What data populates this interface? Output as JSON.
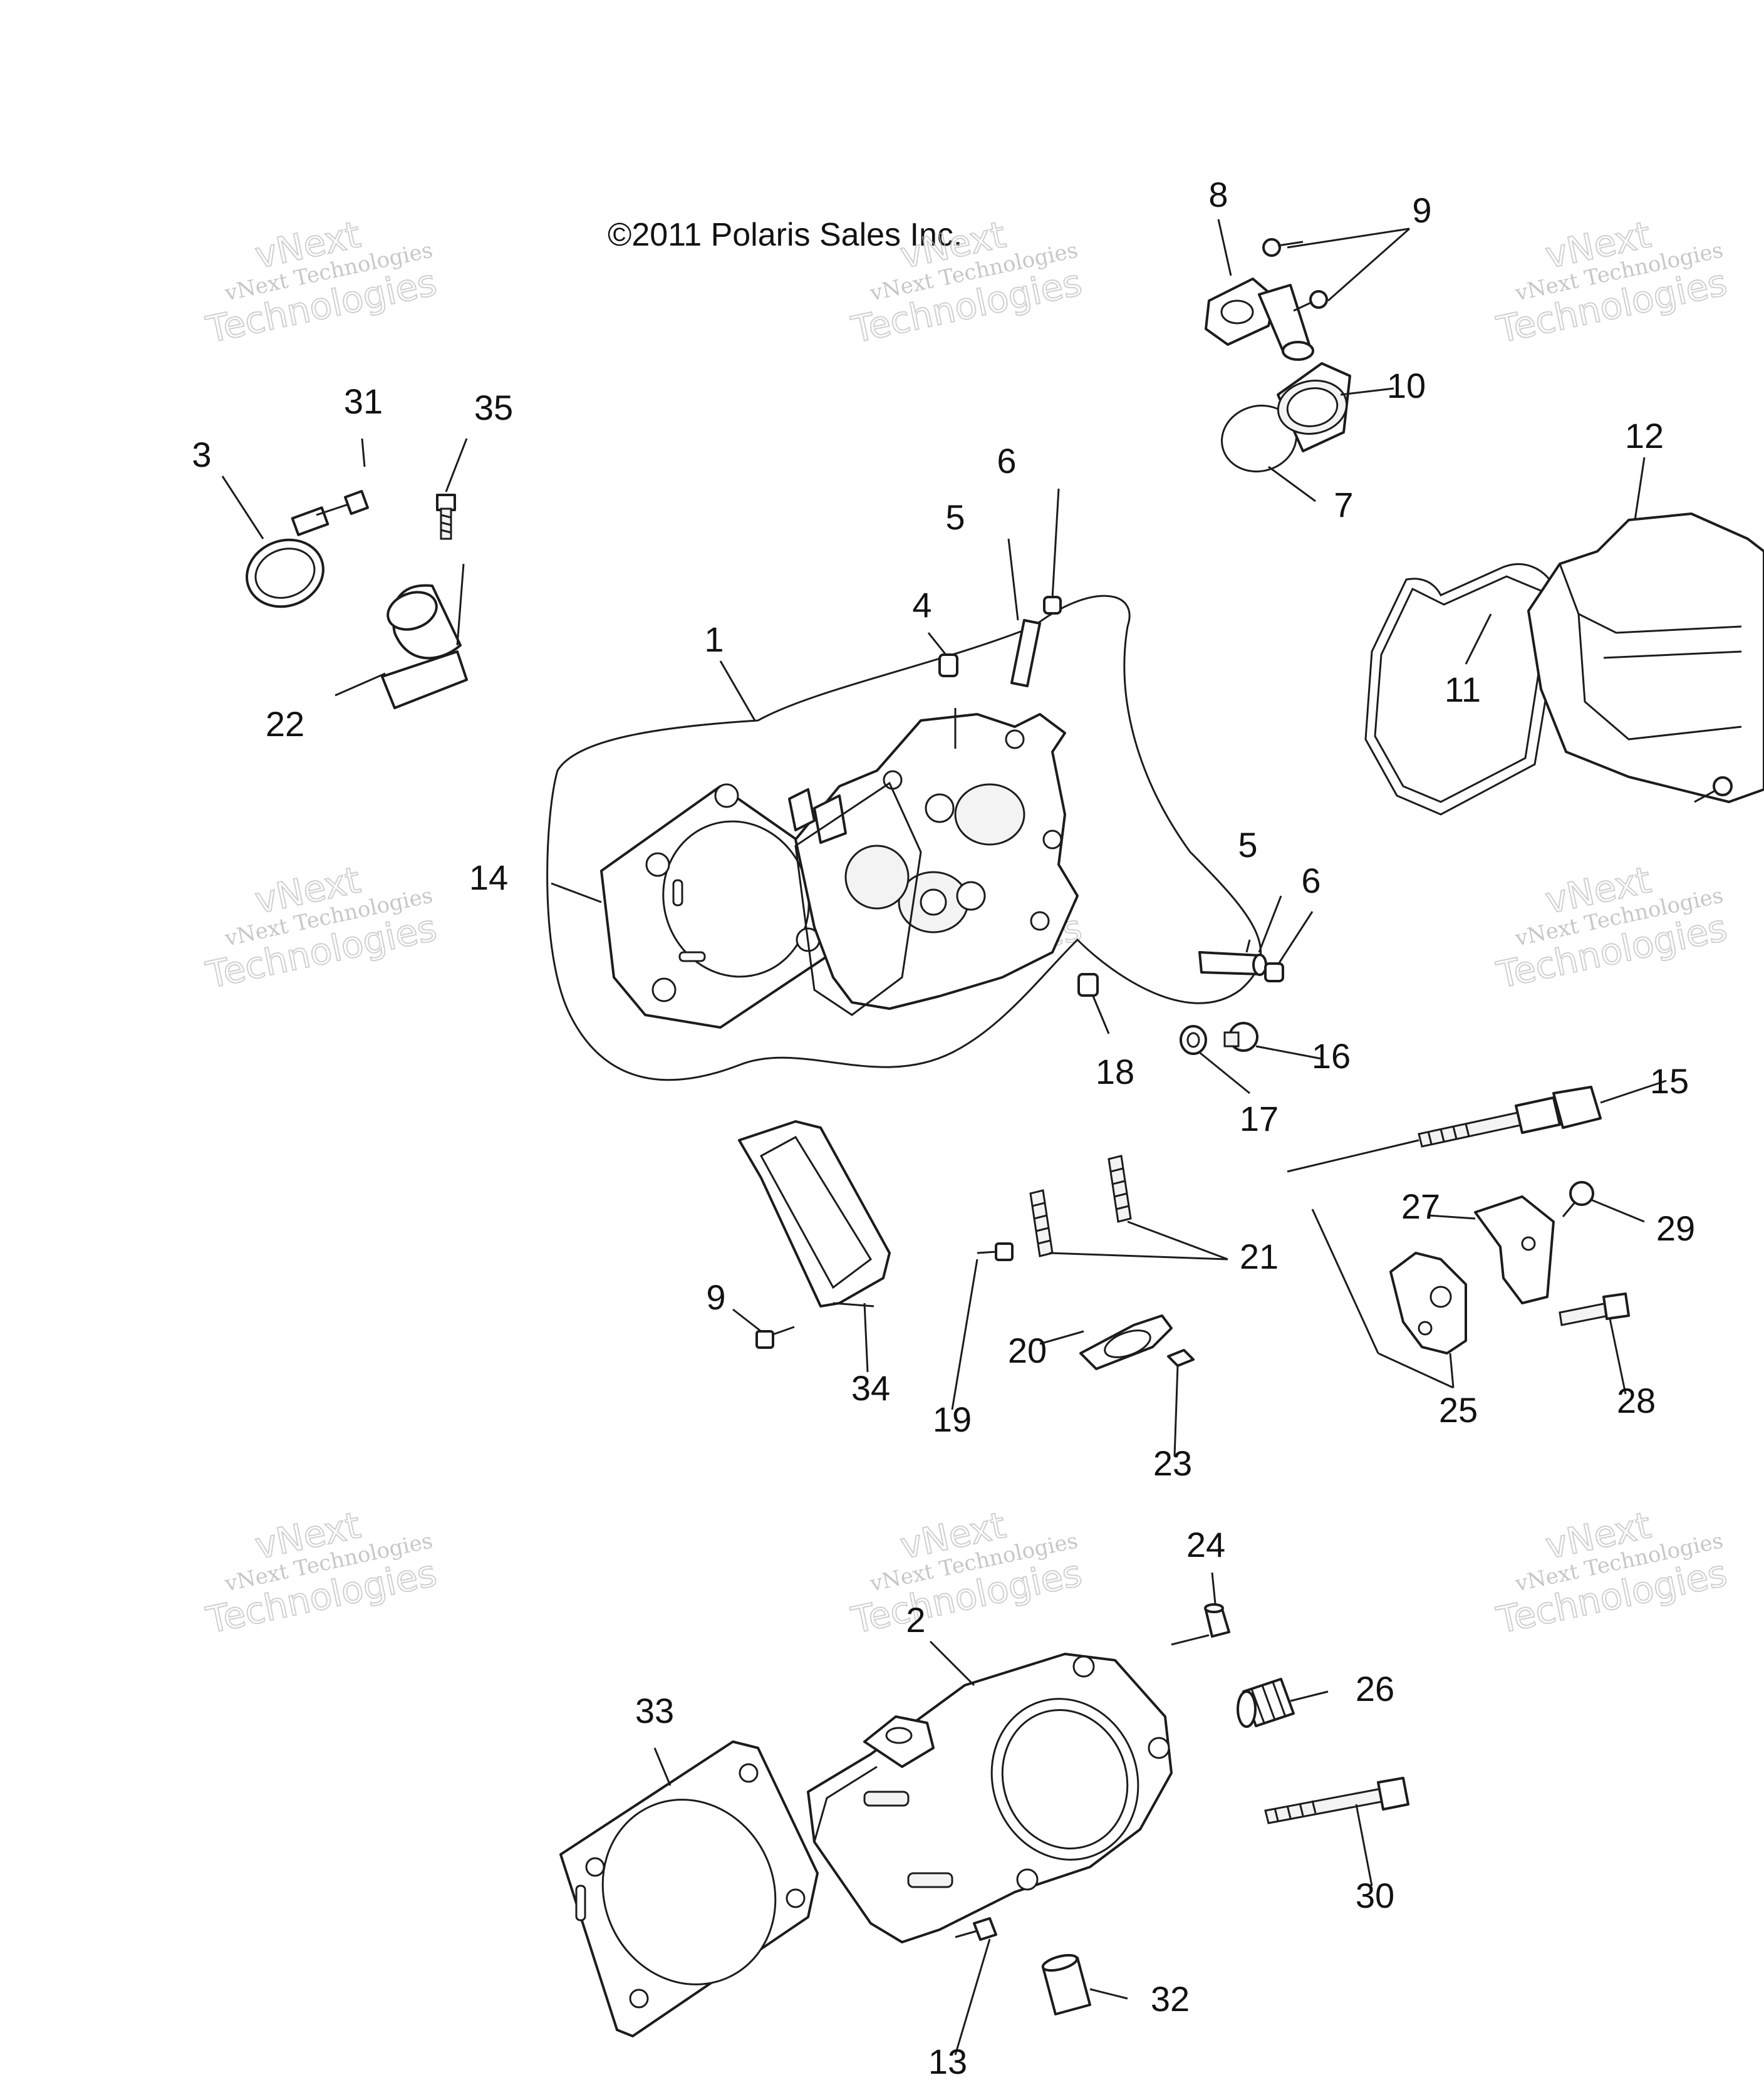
{
  "copyright": "©2011 Polaris Sales Inc.",
  "watermark": {
    "line1": "vNext Technologies",
    "line2": "vNext",
    "line3": "Technologies"
  },
  "callouts": {
    "c1": "1",
    "c2": "2",
    "c3": "3",
    "c4": "4",
    "c5a": "5",
    "c5b": "5",
    "c6a": "6",
    "c6b": "6",
    "c7": "7",
    "c8": "8",
    "c9a": "9",
    "c9b": "9",
    "c10": "10",
    "c11": "11",
    "c12": "12",
    "c13": "13",
    "c14": "14",
    "c15": "15",
    "c16": "16",
    "c17": "17",
    "c18": "18",
    "c19": "19",
    "c20": "20",
    "c21": "21",
    "c22": "22",
    "c23": "23",
    "c24": "24",
    "c25": "25",
    "c26": "26",
    "c27": "27",
    "c28": "28",
    "c29": "29",
    "c30": "30",
    "c31": "31",
    "c32": "32",
    "c33": "33",
    "c34": "34",
    "c35": "35"
  }
}
